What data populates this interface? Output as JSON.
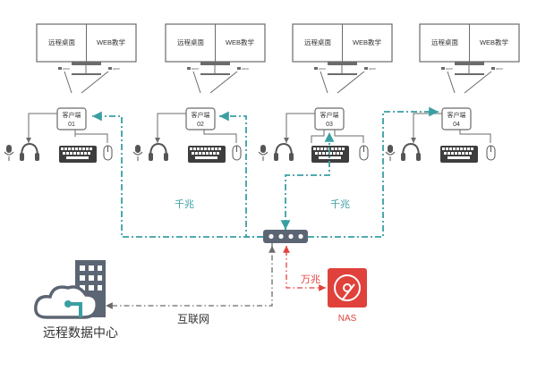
{
  "monitor_left_label": "远程桌面",
  "monitor_right_label": "WEB教学",
  "port_label": "HDMI",
  "client_title": "客户端",
  "clients": [
    "01",
    "02",
    "03",
    "04"
  ],
  "link_gigabit_left": "千兆",
  "link_gigabit_right": "千兆",
  "link_10gig": "万兆",
  "link_internet": "互联网",
  "nas_label": "NAS",
  "datacenter_label": "远程数据中心",
  "colors": {
    "teal": "#3a9fa3",
    "red": "#e0413b",
    "gray": "#6b6b6b",
    "switch": "#5c6573"
  },
  "icons": [
    "monitor-icon",
    "microphone-icon",
    "headphones-icon",
    "keyboard-icon",
    "mouse-icon",
    "switch-icon",
    "nas-drive-icon",
    "cloud-building-icon"
  ]
}
